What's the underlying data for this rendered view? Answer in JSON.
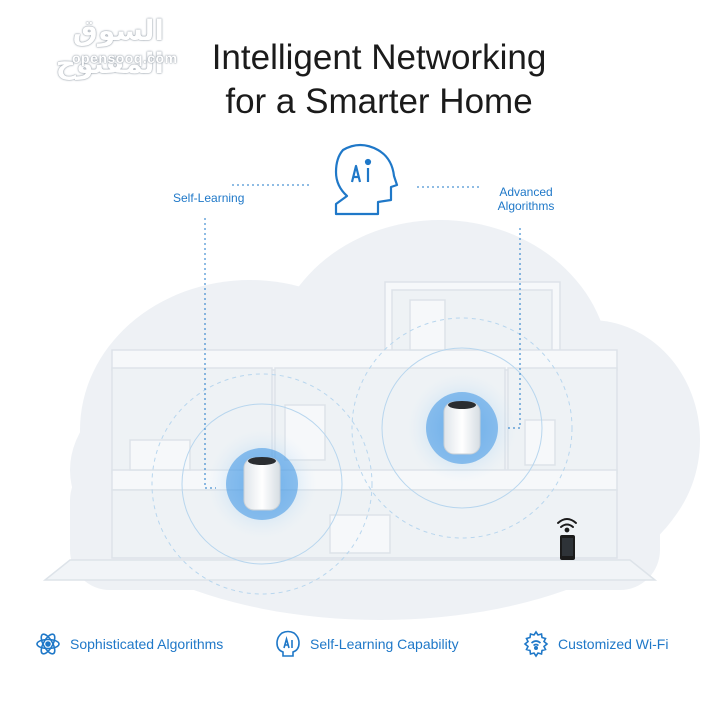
{
  "watermark": {
    "arabic": "السوق المفتوح",
    "latin": "opensooq.com"
  },
  "headline": {
    "line1": "Intelligent Networking",
    "line2": "for a Smarter Home"
  },
  "callouts": {
    "left": "Self-Learning",
    "right_line1": "Advanced",
    "right_line2": "Algorithms"
  },
  "icons": {
    "center": "ai-head-icon",
    "device": "smartphone-icon",
    "wifi": "wifi-icon"
  },
  "features": [
    {
      "label": "Sophisticated Algorithms",
      "icon": "atom-icon"
    },
    {
      "label": "Self-Learning Capability",
      "icon": "ai-badge-icon"
    },
    {
      "label": "Customized Wi-Fi",
      "icon": "gear-wifi-icon"
    }
  ],
  "colors": {
    "accent": "#1f78c8",
    "glow": "#6fb9f2",
    "house": "#e8edf2",
    "cloud": "#eef1f5"
  }
}
